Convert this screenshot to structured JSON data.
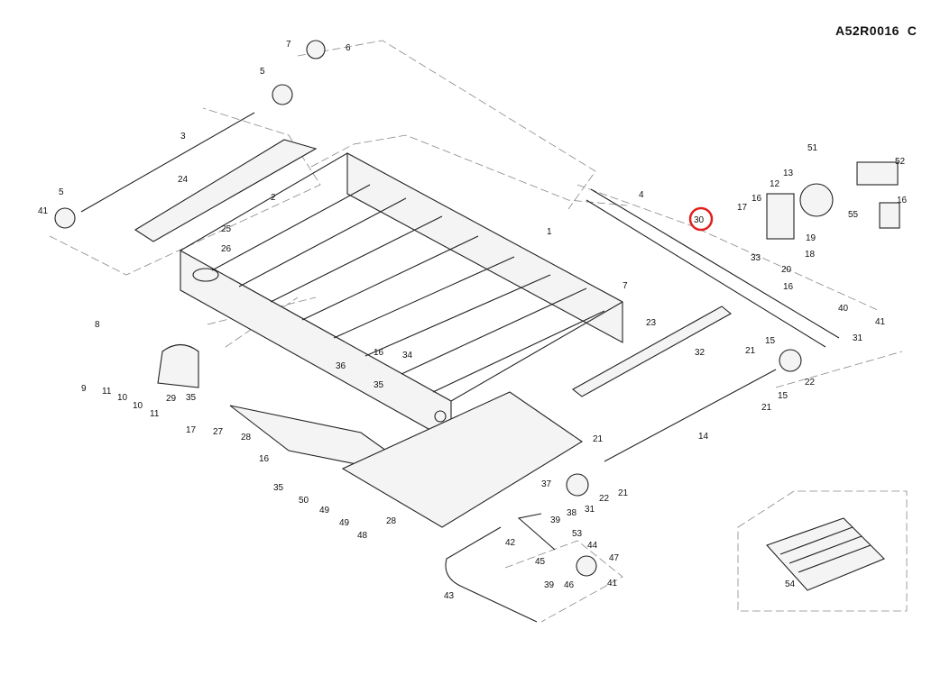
{
  "drawing_number": "A52R0016",
  "revision": "C",
  "highlight_color": "#e0201c",
  "highlighted_callout": "30",
  "callouts": [
    "1",
    "2",
    "3",
    "4",
    "5",
    "5",
    "6",
    "7",
    "7",
    "8",
    "9",
    "10",
    "10",
    "11",
    "11",
    "12",
    "13",
    "14",
    "15",
    "15",
    "16",
    "16",
    "16",
    "16",
    "16",
    "17",
    "17",
    "18",
    "19",
    "20",
    "21",
    "21",
    "21",
    "21",
    "22",
    "22",
    "23",
    "24",
    "25",
    "26",
    "27",
    "28",
    "28",
    "29",
    "30",
    "31",
    "31",
    "32",
    "33",
    "34",
    "35",
    "35",
    "35",
    "36",
    "37",
    "38",
    "39",
    "39",
    "40",
    "41",
    "41",
    "41",
    "42",
    "43",
    "44",
    "45",
    "46",
    "47",
    "48",
    "49",
    "49",
    "50",
    "51",
    "52",
    "53",
    "54",
    "55"
  ]
}
